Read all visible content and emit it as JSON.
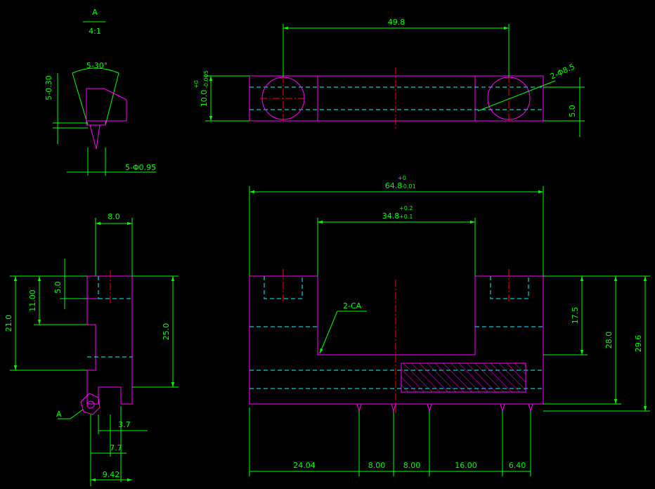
{
  "colors": {
    "background": "#000000",
    "part_outline": "#ff00ff",
    "dimension": "#00ff00",
    "hidden_line": "#00ffff",
    "center_line": "#ff0000",
    "hatch": "#ff00ff"
  },
  "detail_view": {
    "label": "A",
    "scale": "4:1",
    "angle": "5-30°",
    "offset": "5-0.30",
    "pin_dia": "5-Φ0.95"
  },
  "top_view": {
    "span": "49.8",
    "hole": "2-Φ8.5",
    "height_base": "10.0",
    "height_tol_upper": "+0",
    "height_tol_lower": "-0.005",
    "right_height": "5.0"
  },
  "side_view": {
    "width": "8.0",
    "top_depth": "5.0",
    "mid_depth": "11.00",
    "left_height": "21.0",
    "right_height": "25.0",
    "callout_label": "A",
    "pin_offset_1": "3.7",
    "pin_offset_2": "7.7",
    "pin_offset_3": "9.42"
  },
  "front_view": {
    "overall_base": "64.8",
    "overall_tol_upper": "+0",
    "overall_tol_lower": "-0.01",
    "slot_base": "34.8",
    "slot_tol_upper": "+0.2",
    "slot_tol_lower": "+0.1",
    "chamfer": "2-CA",
    "h1": "17.5",
    "h2": "28.0",
    "h3": "29.6",
    "pin_spacing": [
      "24.04",
      "8.00",
      "8.00",
      "16.00",
      "6.40"
    ]
  }
}
